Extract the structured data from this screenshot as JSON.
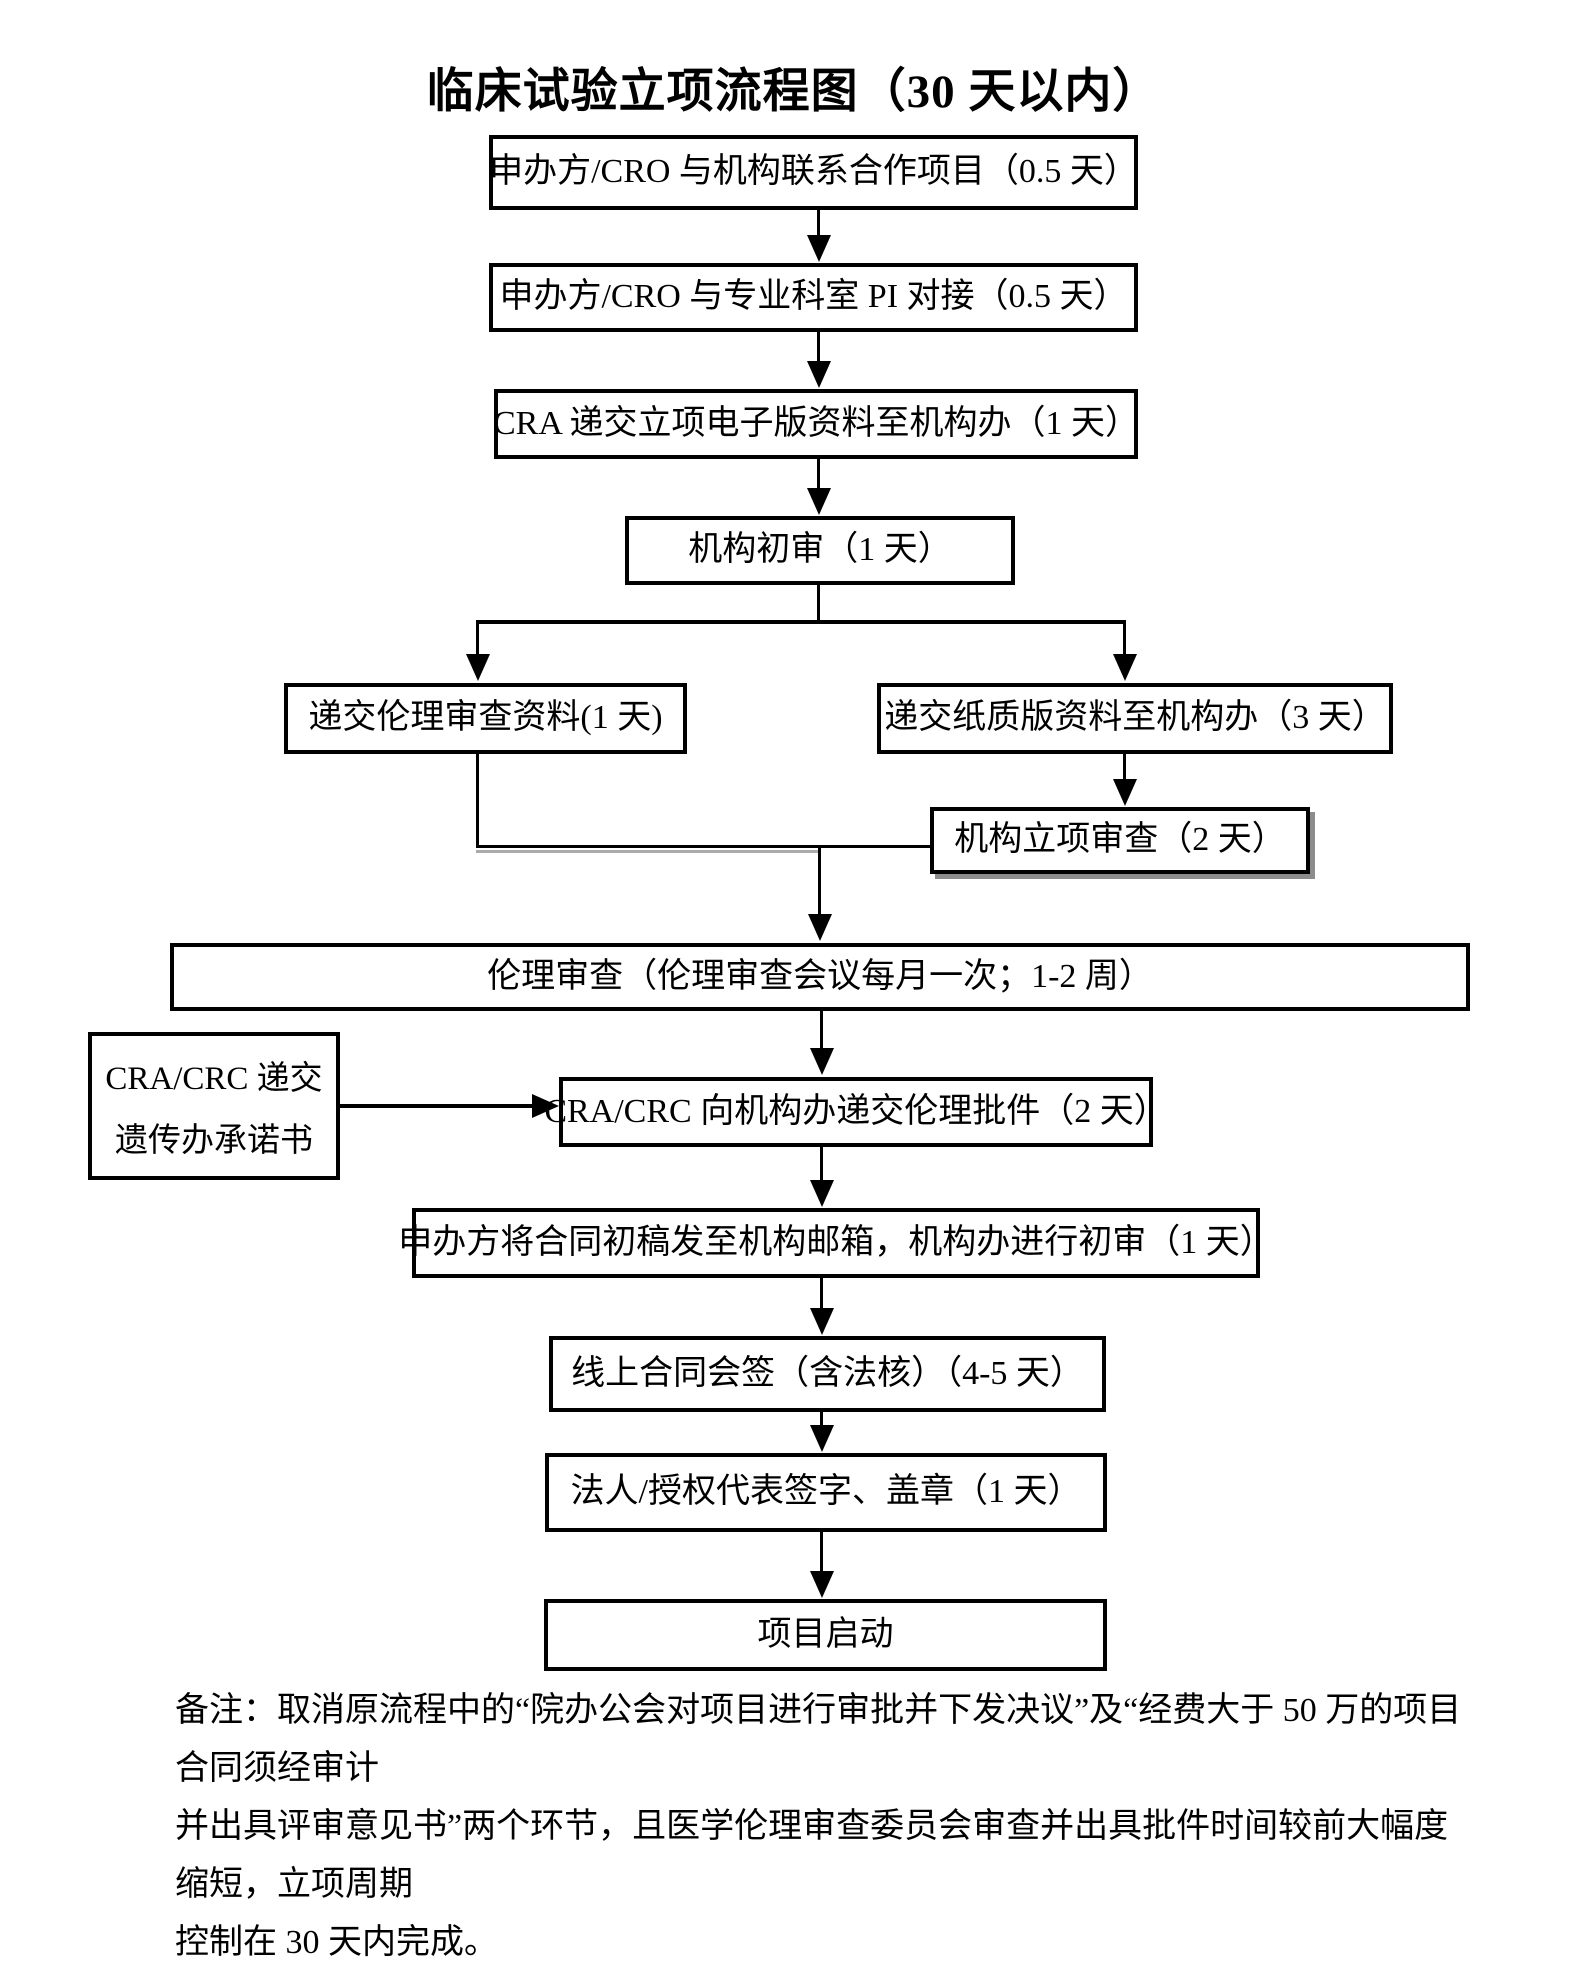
{
  "page": {
    "title": "临床试验立项流程图（30 天以内）"
  },
  "flow": {
    "contact": "申办方/CRO 与机构联系合作项目（0.5 天）",
    "pi_match": "申办方/CRO 与专业科室 PI 对接（0.5 天）",
    "submit_electronic": "CRA 递交立项电子版资料至机构办（1 天）",
    "initial_review": "机构初审（1 天）",
    "submit_ethics_docs": "递交伦理审查资料(1 天)",
    "submit_paper_docs": "递交纸质版资料至机构办（3 天）",
    "project_review": "机构立项审查（2 天）",
    "ethics_review": "伦理审查（伦理审查会议每月一次；1-2 周）",
    "genetic_commitment_line1": "CRA/CRC 递交",
    "genetic_commitment_line2": "遗传办承诺书",
    "ethics_approval": "CRA/CRC 向机构办递交伦理批件（2 天）",
    "contract_draft": "申办方将合同初稿发至机构邮箱，机构办进行初审（1 天）",
    "contract_cosign": "线上合同会签（含法核）（4-5 天）",
    "legal_sign": "法人/授权代表签字、盖章（1 天）",
    "project_start": "项目启动"
  },
  "note": {
    "lines": [
      "备注：取消原流程中的“院办公会对项目进行审批并下发决议”及“经费大于 50 万的项目合同须经审计",
      "并出具评审意见书”两个环节，且医学伦理审查委员会审查并出具批件时间较前大幅度缩短，立项周期",
      "控制在 30 天内完成。"
    ]
  },
  "colors": {
    "line": "#000000",
    "background": "#ffffff",
    "connector_shadow": "#ababab"
  }
}
